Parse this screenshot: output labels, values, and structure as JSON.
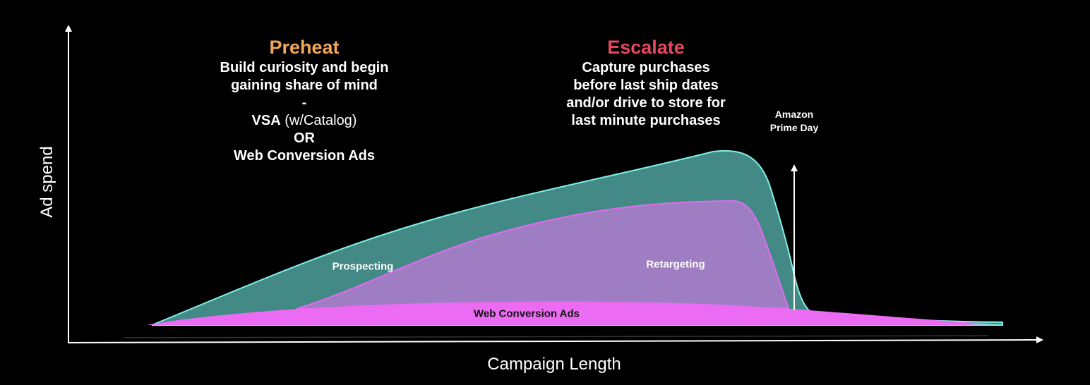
{
  "axes": {
    "y_label": "Ad spend",
    "x_label": "Campaign Length"
  },
  "phases": {
    "preheat": {
      "title": "Preheat",
      "title_color": "#F2A65A",
      "line1": "Build curiosity and begin",
      "line2": "gaining share of mind",
      "line3": "-",
      "line4_bold": "VSA",
      "line4_rest": " (w/Catalog)",
      "line5": "OR",
      "line6": "Web Conversion Ads"
    },
    "escalate": {
      "title": "Escalate",
      "title_color": "#E8485E",
      "line1": "Capture purchases",
      "line2": "before last ship dates",
      "line3": "and/or drive to store for",
      "line4": "last minute purchases"
    }
  },
  "marker": {
    "line1": "Amazon",
    "line2": "Prime Day"
  },
  "areas": {
    "prospecting": {
      "label": "Prospecting",
      "fill": "#438A86",
      "stroke": "#7FF2E6"
    },
    "retargeting": {
      "label": "Retargeting",
      "fill": "#9E7DC2",
      "stroke": "#E36AF0"
    },
    "web_conversion": {
      "label": "Web Conversion Ads",
      "fill": "#EB6CF2"
    }
  }
}
